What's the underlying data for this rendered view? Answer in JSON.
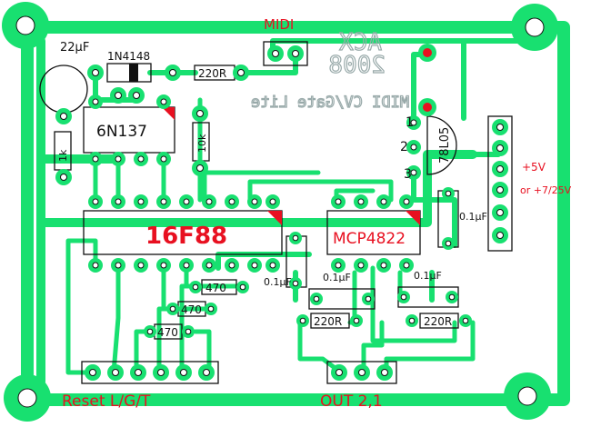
{
  "board": {
    "title_line1": "ACX",
    "title_line2": "2008",
    "subtitle": "MIDI CV/Gate Lite",
    "colors": {
      "copper": "#18e070",
      "silk": "#111111",
      "label_red": "#e81020",
      "mirror_text": "#9aaaaa",
      "background": "#ffffff"
    }
  },
  "labels": {
    "midi": "MIDI",
    "cap_22uf": "22µF",
    "diode": "1N4148",
    "optocoupler": "6N137",
    "mcu": "16F88",
    "dac": "MCP4822",
    "regulator": "78L05",
    "r_220_top": "220R",
    "r_10k": "10k",
    "r_1k": "1k",
    "r_470_a": "470",
    "r_470_b": "470",
    "r_470_c": "470",
    "r_220_b": "220R",
    "r_220_c": "220R",
    "cap_01_a": "0.1µF",
    "cap_01_b": "0.1µF",
    "cap_01_c": "0.1µF",
    "cap_01_d": "0.1µF",
    "pin1": "1",
    "pin2": "2",
    "pin3": "3",
    "power_5v": "+5V",
    "power_alt": "or +7/25V",
    "bottom_left": "Reset L/G/T",
    "bottom_right": "OUT 2,1"
  }
}
